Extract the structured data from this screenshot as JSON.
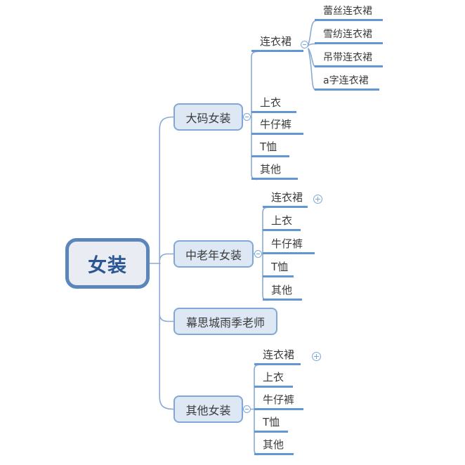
{
  "colors": {
    "root_border": "#5b86bc",
    "root_fill": "#e9edf3",
    "root_text": "#2b5693",
    "branch_border": "#7fa8d9",
    "branch_fill": "#dee8f4",
    "line": "#8aaad3",
    "underline": "#6397d3",
    "topic_text": "#3a3a3a",
    "canvas_bg": "#ffffff"
  },
  "icons": {
    "collapse": "minus-circle",
    "expand": "plus-circle"
  },
  "map": {
    "root": {
      "label": "女装"
    },
    "branches": [
      {
        "label": "大码女装",
        "state": "expanded",
        "children": [
          {
            "label": "连衣裙",
            "state": "expanded",
            "children": [
              {
                "label": "蕾丝连衣裙"
              },
              {
                "label": "雪纺连衣裙"
              },
              {
                "label": "吊带连衣裙"
              },
              {
                "label": "a字连衣裙"
              }
            ]
          },
          {
            "label": "上衣"
          },
          {
            "label": "牛仔裤"
          },
          {
            "label": "T恤"
          },
          {
            "label": "其他"
          }
        ]
      },
      {
        "label": "中老年女装",
        "state": "expanded",
        "children": [
          {
            "label": "连衣裙",
            "state": "collapsed"
          },
          {
            "label": "上衣"
          },
          {
            "label": "牛仔裤"
          },
          {
            "label": "T恤"
          },
          {
            "label": "其他"
          }
        ]
      },
      {
        "label": "幕思城雨季老师"
      },
      {
        "label": "其他女装",
        "state": "expanded",
        "children": [
          {
            "label": "连衣裙",
            "state": "collapsed"
          },
          {
            "label": "上衣"
          },
          {
            "label": "牛仔裤"
          },
          {
            "label": "T恤"
          },
          {
            "label": "其他"
          }
        ]
      }
    ]
  }
}
